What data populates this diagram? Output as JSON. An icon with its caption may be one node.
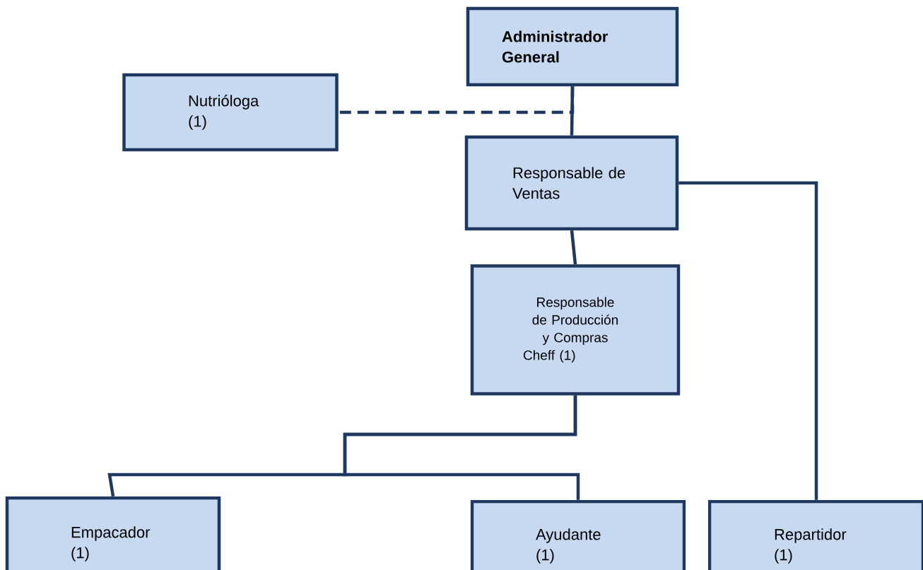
{
  "diagram": {
    "nodes": [
      {
        "text": [
          "Administrador General"
        ]
      },
      {
        "text": [
          "Nutrióloga (1)"
        ]
      },
      {
        "text": [
          "Responsable de Ventas"
        ]
      },
      {
        "text": [
          "Responsable de Producción y Compras",
          "Cheff (1)"
        ]
      },
      {
        "text": [
          "Empacador (1)"
        ]
      },
      {
        "text": [
          "Ayudante (1)"
        ]
      },
      {
        "text": [
          "Repartidor (1)"
        ]
      }
    ],
    "edges": [
      {
        "from": 0,
        "to": 2,
        "arrow": "none"
      },
      {
        "from": 0,
        "to": 1,
        "arrow": "none",
        "style": "dashed"
      },
      {
        "from": 2,
        "to": 6,
        "arrow": "none"
      },
      {
        "from": 2,
        "to": 3,
        "arrow": "none"
      },
      {
        "from": 3,
        "to": 4,
        "arrow": "none"
      },
      {
        "from": 3,
        "to": 5,
        "arrow": "none"
      }
    ]
  }
}
